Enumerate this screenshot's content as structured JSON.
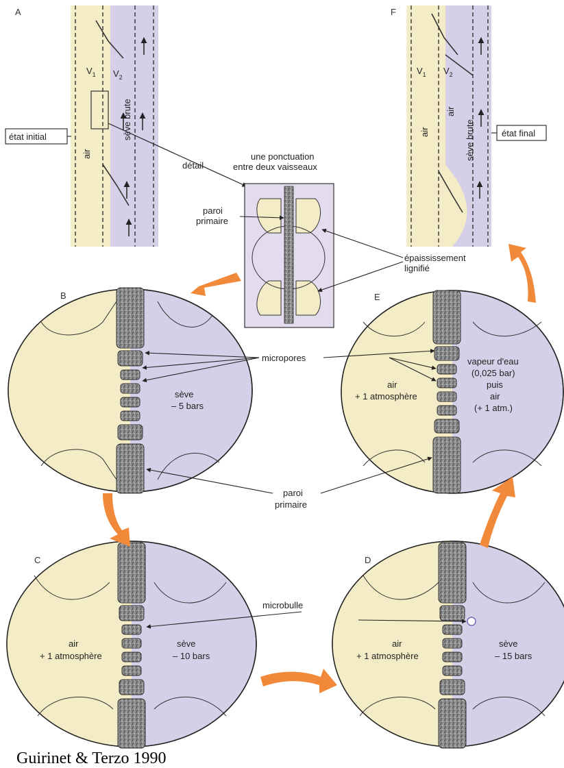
{
  "panels": {
    "A": "A",
    "B": "B",
    "C": "C",
    "D": "D",
    "E": "E",
    "F": "F"
  },
  "labels": {
    "v1": "V",
    "v1_sub": "1",
    "v2": "V",
    "v2_sub": "2",
    "seve_brute": "sève brute",
    "air": "air",
    "etat_initial": "état initial",
    "etat_final": "état final",
    "detail": "détail",
    "ponctuation_line1": "une ponctuation",
    "ponctuation_line2": "entre deux vaisseaux",
    "paroi_primaire_top_1": "paroi",
    "paroi_primaire_top_2": "primaire",
    "epaississement_1": "épaississement",
    "epaississement_2": "lignifié",
    "micropores": "micropores",
    "seve_b_1": "sève",
    "seve_b_2": "– 5 bars",
    "paroi_mid_1": "paroi",
    "paroi_mid_2": "primaire",
    "air_c_1": "air",
    "air_c_2": "+ 1 atmosphère",
    "seve_c_1": "sève",
    "seve_c_2": "– 10 bars",
    "microbulle": "microbulle",
    "air_d_1": "air",
    "air_d_2": "+ 1 atmosphère",
    "seve_d_1": "sève",
    "seve_d_2": "– 15 bars",
    "air_e_1": "air",
    "air_e_2": "+ 1 atmosphère",
    "vapeur_1": "vapeur d'eau",
    "vapeur_2": "(0,025 bar)",
    "vapeur_3": "puis",
    "vapeur_4": "air",
    "vapeur_5": "(+ 1 atm.)"
  },
  "caption": "Guirinet & Terzo 1990",
  "colors": {
    "cream": "#f3ecc6",
    "lavender": "#d6cfe8",
    "lavender_dark": "#c9c0e2",
    "wall": "#777777",
    "arrow": "#f08a3a",
    "outline": "#333333"
  }
}
